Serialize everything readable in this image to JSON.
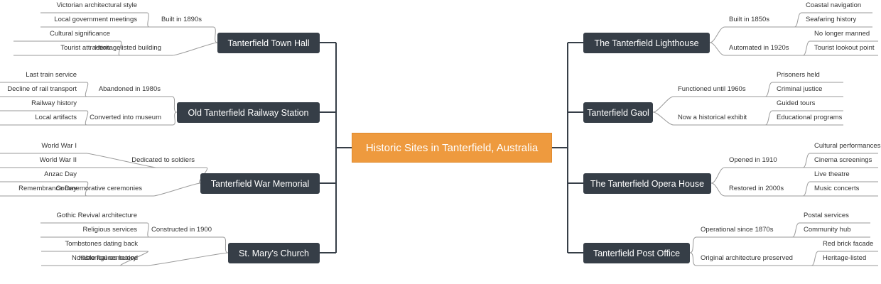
{
  "root": "Historic Sites in Tanterfield, Australia",
  "left": [
    {
      "title": "Tanterfield Town Hall",
      "subs": [
        {
          "label": "Built in 1890s",
          "leaves": [
            "Victorian architectural style",
            "Local government meetings"
          ]
        },
        {
          "label": "Heritagelisted building",
          "leaves": [
            "Cultural significance",
            "Tourist attraction"
          ]
        }
      ]
    },
    {
      "title": "Old Tanterfield Railway Station",
      "subs": [
        {
          "label": "Abandoned in 1980s",
          "leaves": [
            "Last train service",
            "Decline of rail transport"
          ]
        },
        {
          "label": "Converted into museum",
          "leaves": [
            "Railway history",
            "Local artifacts"
          ]
        }
      ]
    },
    {
      "title": "Tanterfield War Memorial",
      "subs": [
        {
          "label": "Dedicated to soldiers",
          "leaves": [
            "World War I",
            "World War II"
          ]
        },
        {
          "label": "Commemorative ceremonies",
          "leaves": [
            "Anzac Day",
            "Remembrance Day"
          ]
        }
      ]
    },
    {
      "title": "St. Mary's Church",
      "subs": [
        {
          "label": "Constructed in 1900",
          "leaves": [
            "Gothic Revival architecture",
            "Religious services"
          ]
        },
        {
          "label": "Historical cemetery",
          "leaves": [
            "Tombstones dating back",
            "Notable figures buried"
          ]
        }
      ]
    }
  ],
  "right": [
    {
      "title": "The Tanterfield Lighthouse",
      "subs": [
        {
          "label": "Built in 1850s",
          "leaves": [
            "Coastal navigation",
            "Seafaring history"
          ]
        },
        {
          "label": "Automated in 1920s",
          "leaves": [
            "No longer manned",
            "Tourist lookout point"
          ]
        }
      ]
    },
    {
      "title": "Tanterfield Gaol",
      "subs": [
        {
          "label": "Functioned until 1960s",
          "leaves": [
            "Prisoners held",
            "Criminal justice"
          ]
        },
        {
          "label": "Now a historical exhibit",
          "leaves": [
            "Guided tours",
            "Educational programs"
          ]
        }
      ]
    },
    {
      "title": "The Tanterfield Opera House",
      "subs": [
        {
          "label": "Opened in 1910",
          "leaves": [
            "Cultural performances",
            "Cinema screenings"
          ]
        },
        {
          "label": "Restored in 2000s",
          "leaves": [
            "Live theatre",
            "Music concerts"
          ]
        }
      ]
    },
    {
      "title": "Tanterfield Post Office",
      "subs": [
        {
          "label": "Operational since 1870s",
          "leaves": [
            "Postal services",
            "Community hub"
          ]
        },
        {
          "label": "Original architecture preserved",
          "leaves": [
            "Red brick facade",
            "Heritage-listed"
          ]
        }
      ]
    }
  ],
  "colors": {
    "root_fill": "#ee9a3e",
    "branch_fill": "#363e47",
    "line": "#363e47"
  }
}
